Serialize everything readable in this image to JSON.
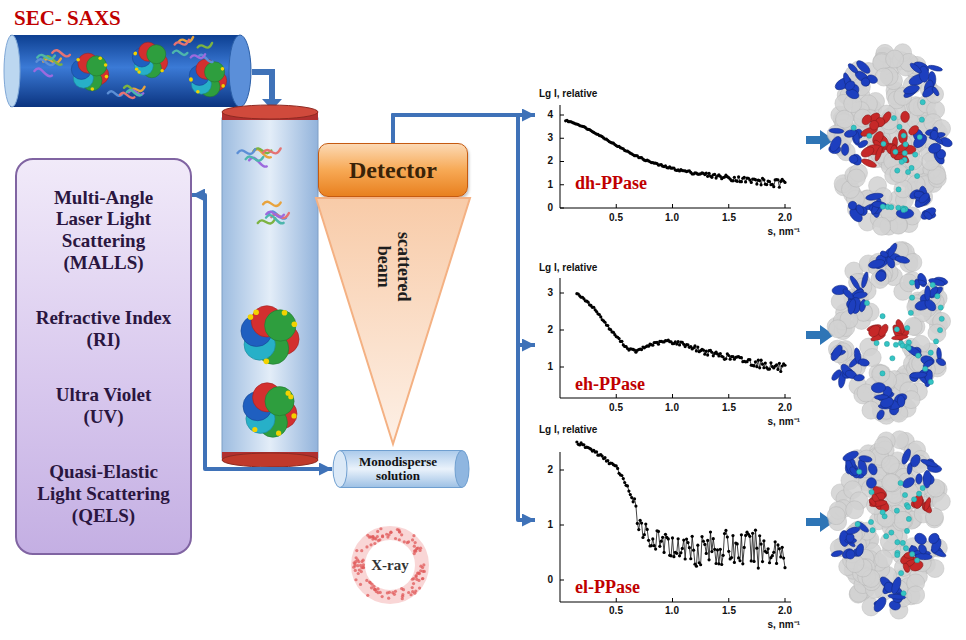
{
  "diagram": {
    "title": "SEC- SAXS",
    "nodes": [
      {
        "text": [
          "Multi-Angle Laser Light Scattering (MALLS)",
          "Refractive Index (RI)",
          "Ultra Violet (UV)",
          "Quasi-Elastic Light Scattering (QELS)"
        ]
      },
      {
        "text": [
          "Detector"
        ]
      },
      {
        "text": [
          "scattered beam"
        ]
      },
      {
        "text": [
          "Monodisperse solution"
        ]
      },
      {
        "text": [
          "X-ray"
        ]
      },
      {
        "text": [
          "Lg I, relative",
          "dh-PPase",
          "s, nm⁻¹"
        ]
      },
      {
        "text": [
          "Lg I, relative",
          "eh-PPase",
          "s, nm⁻¹"
        ]
      },
      {
        "text": [
          "Lg I, relative",
          "el-PPase",
          "s, nm⁻¹"
        ]
      }
    ],
    "edges": [
      {
        "from": 0,
        "to": 3,
        "arrow": "both"
      },
      {
        "from": 1,
        "to": 5,
        "arrow": "to"
      },
      {
        "from": 1,
        "to": 6,
        "arrow": "to"
      },
      {
        "from": 1,
        "to": 7,
        "arrow": "to"
      }
    ],
    "labels": [
      "4",
      "3",
      "2",
      "1",
      "0",
      "0.5",
      "1.0",
      "1.5",
      "2.0",
      "3",
      "2",
      "1",
      "0.5",
      "1.0",
      "1.5",
      "2.0",
      "2",
      "1",
      "0",
      "0.5",
      "1.0",
      "1.5",
      "2.0"
    ]
  }
}
